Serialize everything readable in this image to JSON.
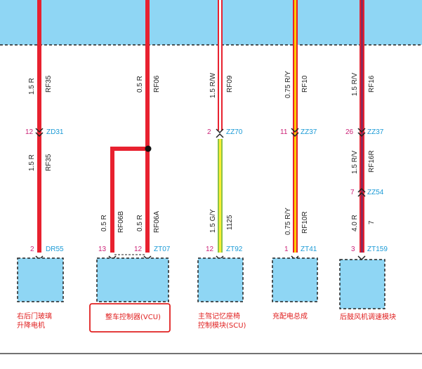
{
  "wires": [
    {
      "id": "w1",
      "upper_gauge": "1.5 R",
      "upper_code": "RF35",
      "splice_pin": "12",
      "splice_conn": "ZD31",
      "lower_gauge": "1.5 R",
      "lower_code": "RF35",
      "end_pin": "2",
      "end_conn": "DR55",
      "color": "#e8212f"
    },
    {
      "id": "w2",
      "upper_gauge": "0.5 R",
      "upper_code": "RF06",
      "color": "#e8212f"
    },
    {
      "id": "w3",
      "upper_gauge": "1.5 R/W",
      "upper_code": "RF09",
      "splice_pin": "2",
      "splice_conn": "ZZ70",
      "lower_gauge": "1.5 G/Y",
      "lower_code": "1125",
      "end_pin": "12",
      "end_conn": "ZT92",
      "color": "#e8212f",
      "stripe": "#ffffff",
      "lower_color": "#8bc34a",
      "lower_stripe": "#ffee33"
    },
    {
      "id": "w4",
      "upper_gauge": "0.75 R/Y",
      "upper_code": "RF10",
      "splice_pin": "11",
      "splice_conn": "ZZ37",
      "lower_gauge": "0.75 R/Y",
      "lower_code": "RF10R",
      "end_pin": "1",
      "end_conn": "ZT41",
      "color": "#e8212f",
      "stripe": "#ffcc00"
    },
    {
      "id": "w5",
      "upper_gauge": "1.5 R/V",
      "upper_code": "RF16",
      "splice_pin": "26",
      "splice_conn": "ZZ37",
      "mid_gauge": "1.5 R/V",
      "mid_code": "RF16R",
      "mid_pin": "7",
      "mid_conn": "ZZ54",
      "lower_gauge": "4.0 R",
      "lower_code": "7",
      "end_pin": "3",
      "end_conn": "ZT159",
      "color": "#e8212f",
      "stripe": "#8e2a5a"
    }
  ],
  "vcu_branches": [
    {
      "gauge": "0.5 R",
      "code": "RF06B",
      "pin": "13"
    },
    {
      "gauge": "0.5 R",
      "code": "RF06A",
      "pin": "12",
      "conn": "ZT07"
    }
  ],
  "modules": [
    {
      "id": "m1",
      "line1": "右后门玻璃",
      "line2": "升降电机"
    },
    {
      "id": "m2",
      "line1": "整车控制器(VCU)",
      "highlighted": true
    },
    {
      "id": "m3",
      "line1": "主驾记忆座椅",
      "line2": "控制模块(SCU)"
    },
    {
      "id": "m4",
      "line1": "充配电总成"
    },
    {
      "id": "m5",
      "line1": "后鼓风机调速模块"
    }
  ],
  "colors": {
    "box_fill": "#8fd6f4",
    "highlight": "#e02020",
    "wire_red": "#e8212f"
  }
}
